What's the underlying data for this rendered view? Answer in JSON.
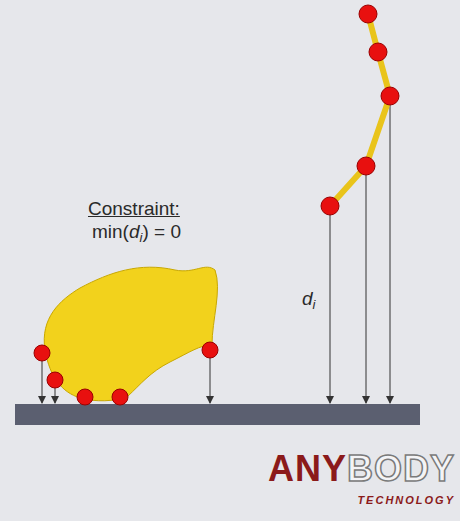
{
  "diagram": {
    "labels": [
      "Constraint:",
      "min(",
      "d",
      "i",
      ") = 0",
      "d",
      "i",
      "ANY",
      "BODY",
      "TECHNOLOGY"
    ]
  }
}
